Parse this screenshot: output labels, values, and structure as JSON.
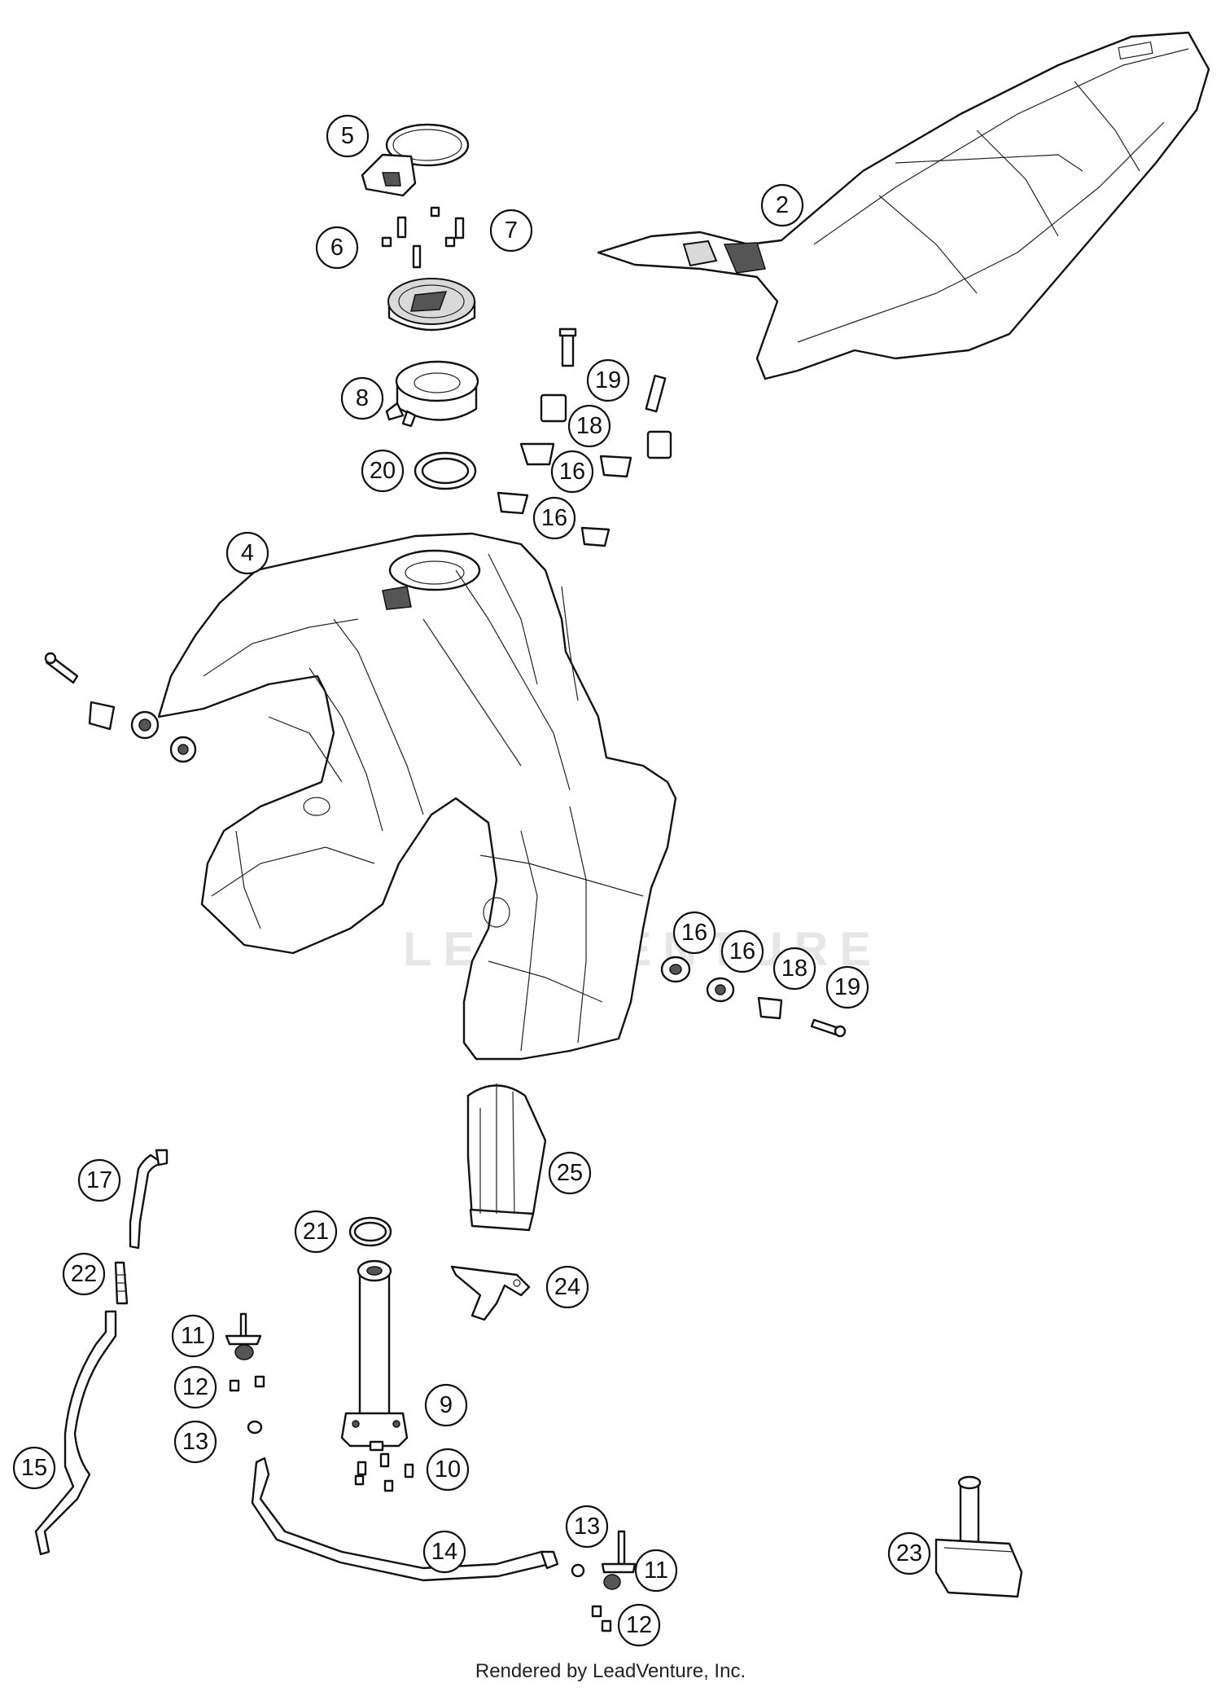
{
  "footer": {
    "credit": "Rendered by LeadVenture, Inc."
  },
  "watermark": {
    "text": "LEADVENTURE"
  },
  "callouts": [
    "2",
    "4",
    "5",
    "6",
    "7",
    "8",
    "19",
    "18",
    "16",
    "20",
    "16",
    "16",
    "16",
    "18",
    "19",
    "25",
    "17",
    "21",
    "22",
    "24",
    "11",
    "12",
    "9",
    "13",
    "10",
    "15",
    "14",
    "13",
    "11",
    "12",
    "23"
  ]
}
